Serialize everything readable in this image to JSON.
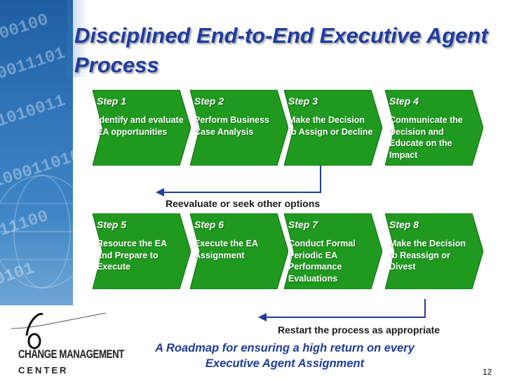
{
  "title": "Disciplined End-to-End Executive Agent Process",
  "colors": {
    "step_fill": "#1f9a1f",
    "step_fill_light": "#2cb52c",
    "title": "#1f3c9e"
  },
  "steps_top": [
    {
      "label": "Step 1",
      "desc": "Identify and evaluate EA opportunities"
    },
    {
      "label": "Step 2",
      "desc": "Perform Business Case Analysis"
    },
    {
      "label": "Step 3",
      "desc": "Make the Decision to Assign or Decline"
    },
    {
      "label": "Step 4",
      "desc": "Communicate the Decision and Educate on the Impact"
    }
  ],
  "steps_bottom": [
    {
      "label": "Step 5",
      "desc": "Resource the EA and Prepare to Execute"
    },
    {
      "label": "Step 6",
      "desc": "Execute the EA Assignment"
    },
    {
      "label": "Step 7",
      "desc": "Conduct Formal Periodic EA Performance Evaluations"
    },
    {
      "label": "Step 8",
      "desc": "Make the Decision to Reassign or Divest"
    }
  ],
  "loop_notes": {
    "reevaluate": "Reevaluate or seek other options",
    "restart": "Restart the process as appropriate"
  },
  "roadmap": "A Roadmap for ensuring a high return on every Executive Agent Assignment",
  "logo": {
    "name": "CHANGE MANAGEMENT",
    "sub": "CENTER",
    "icon": "six-wave-logo-icon"
  },
  "page_number": "12"
}
